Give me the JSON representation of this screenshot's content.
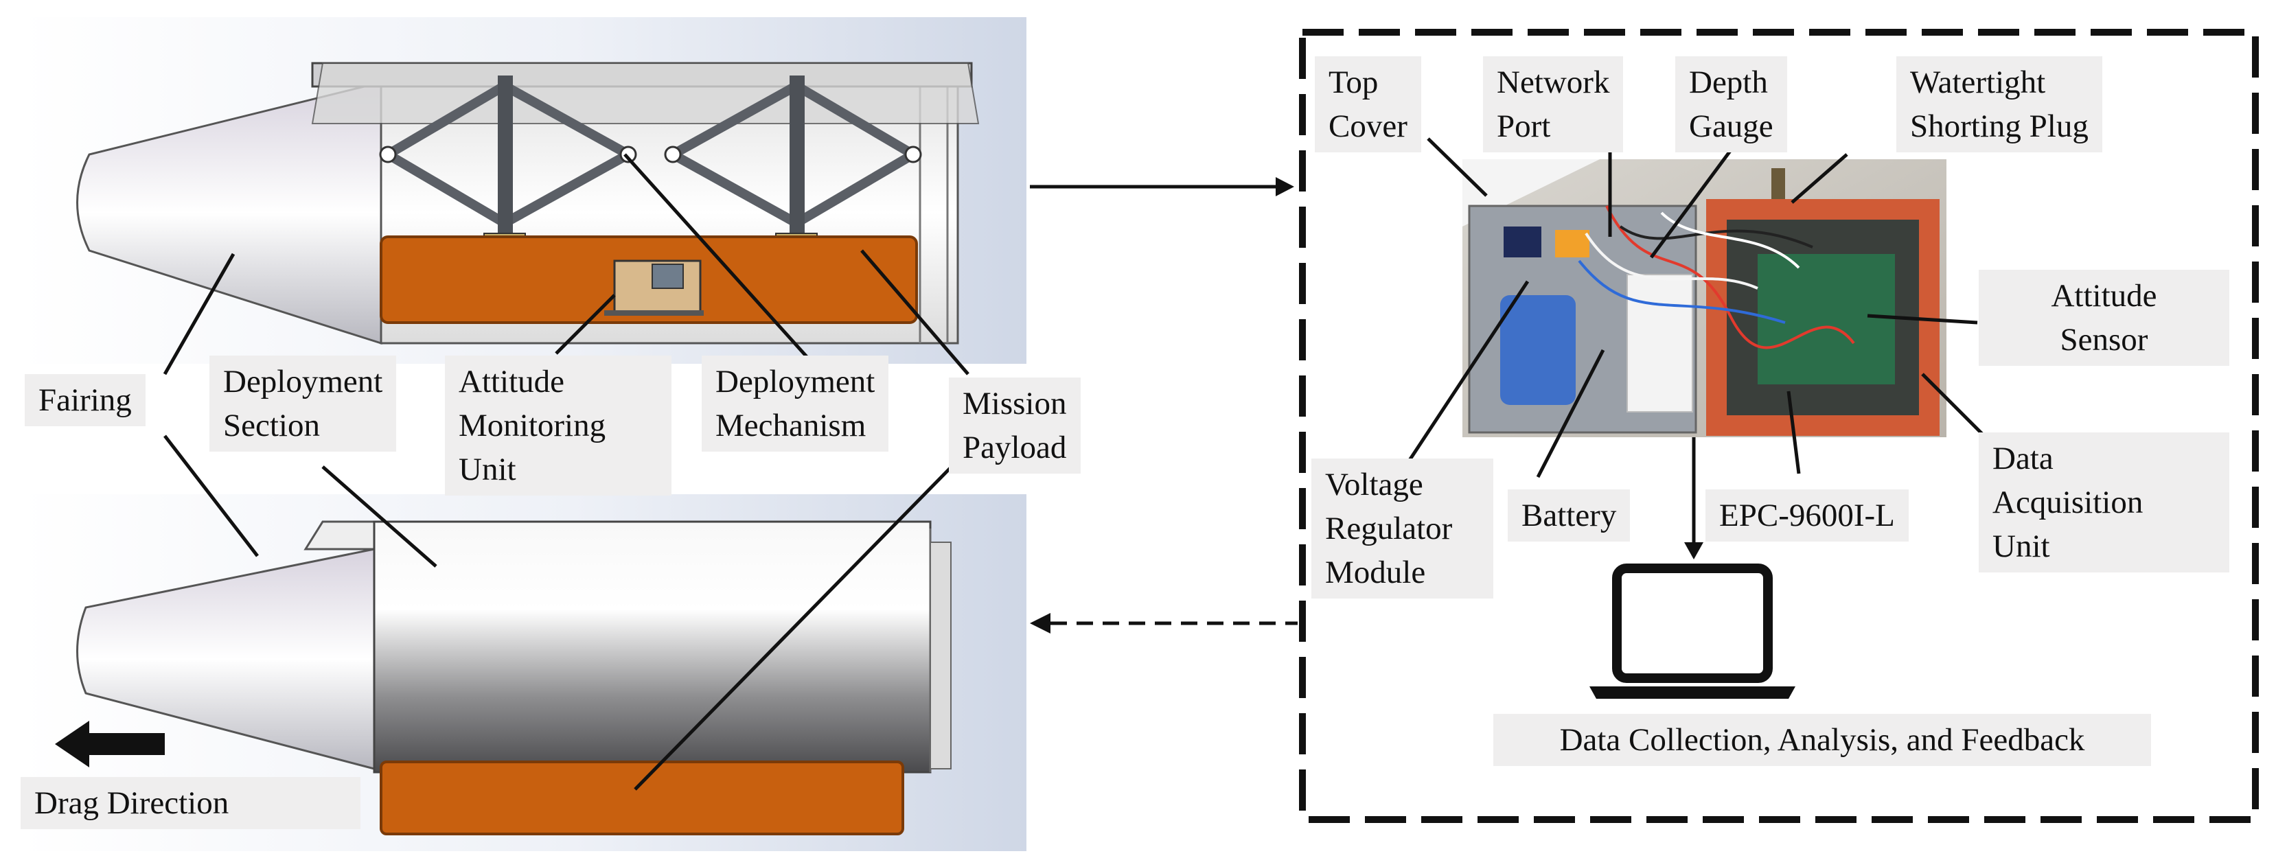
{
  "labels": {
    "fairing": "Fairing",
    "deployment_section": [
      "Deployment",
      "Section"
    ],
    "attitude_monitoring_unit": [
      "Attitude",
      "Monitoring",
      "Unit"
    ],
    "deployment_mechanism": [
      "Deployment",
      "Mechanism"
    ],
    "mission_payload": [
      "Mission",
      "Payload"
    ],
    "drag_direction": "Drag Direction",
    "top_cover": [
      "Top",
      "Cover"
    ],
    "network_port": [
      "Network",
      "Port"
    ],
    "depth_gauge": [
      "Depth",
      "Gauge"
    ],
    "watertight_shorting_plug": [
      "Watertight",
      "Shorting Plug"
    ],
    "attitude_sensor": [
      "Attitude",
      "Sensor"
    ],
    "voltage_regulator_module": [
      "Voltage",
      "Regulator",
      "Module"
    ],
    "battery": "Battery",
    "epc": "EPC-9600I-L",
    "data_acquisition_unit": [
      "Data",
      "Acquisition",
      "Unit"
    ],
    "data_collection": "Data Collection, Analysis, and Feedback"
  },
  "icons": {
    "computer": "laptop-icon",
    "direction": "left-arrow-icon"
  },
  "colors": {
    "payload": "#c8600f",
    "payload_edge": "#7a3a08",
    "label_bg": "#efeeee",
    "frame": "#111111"
  }
}
